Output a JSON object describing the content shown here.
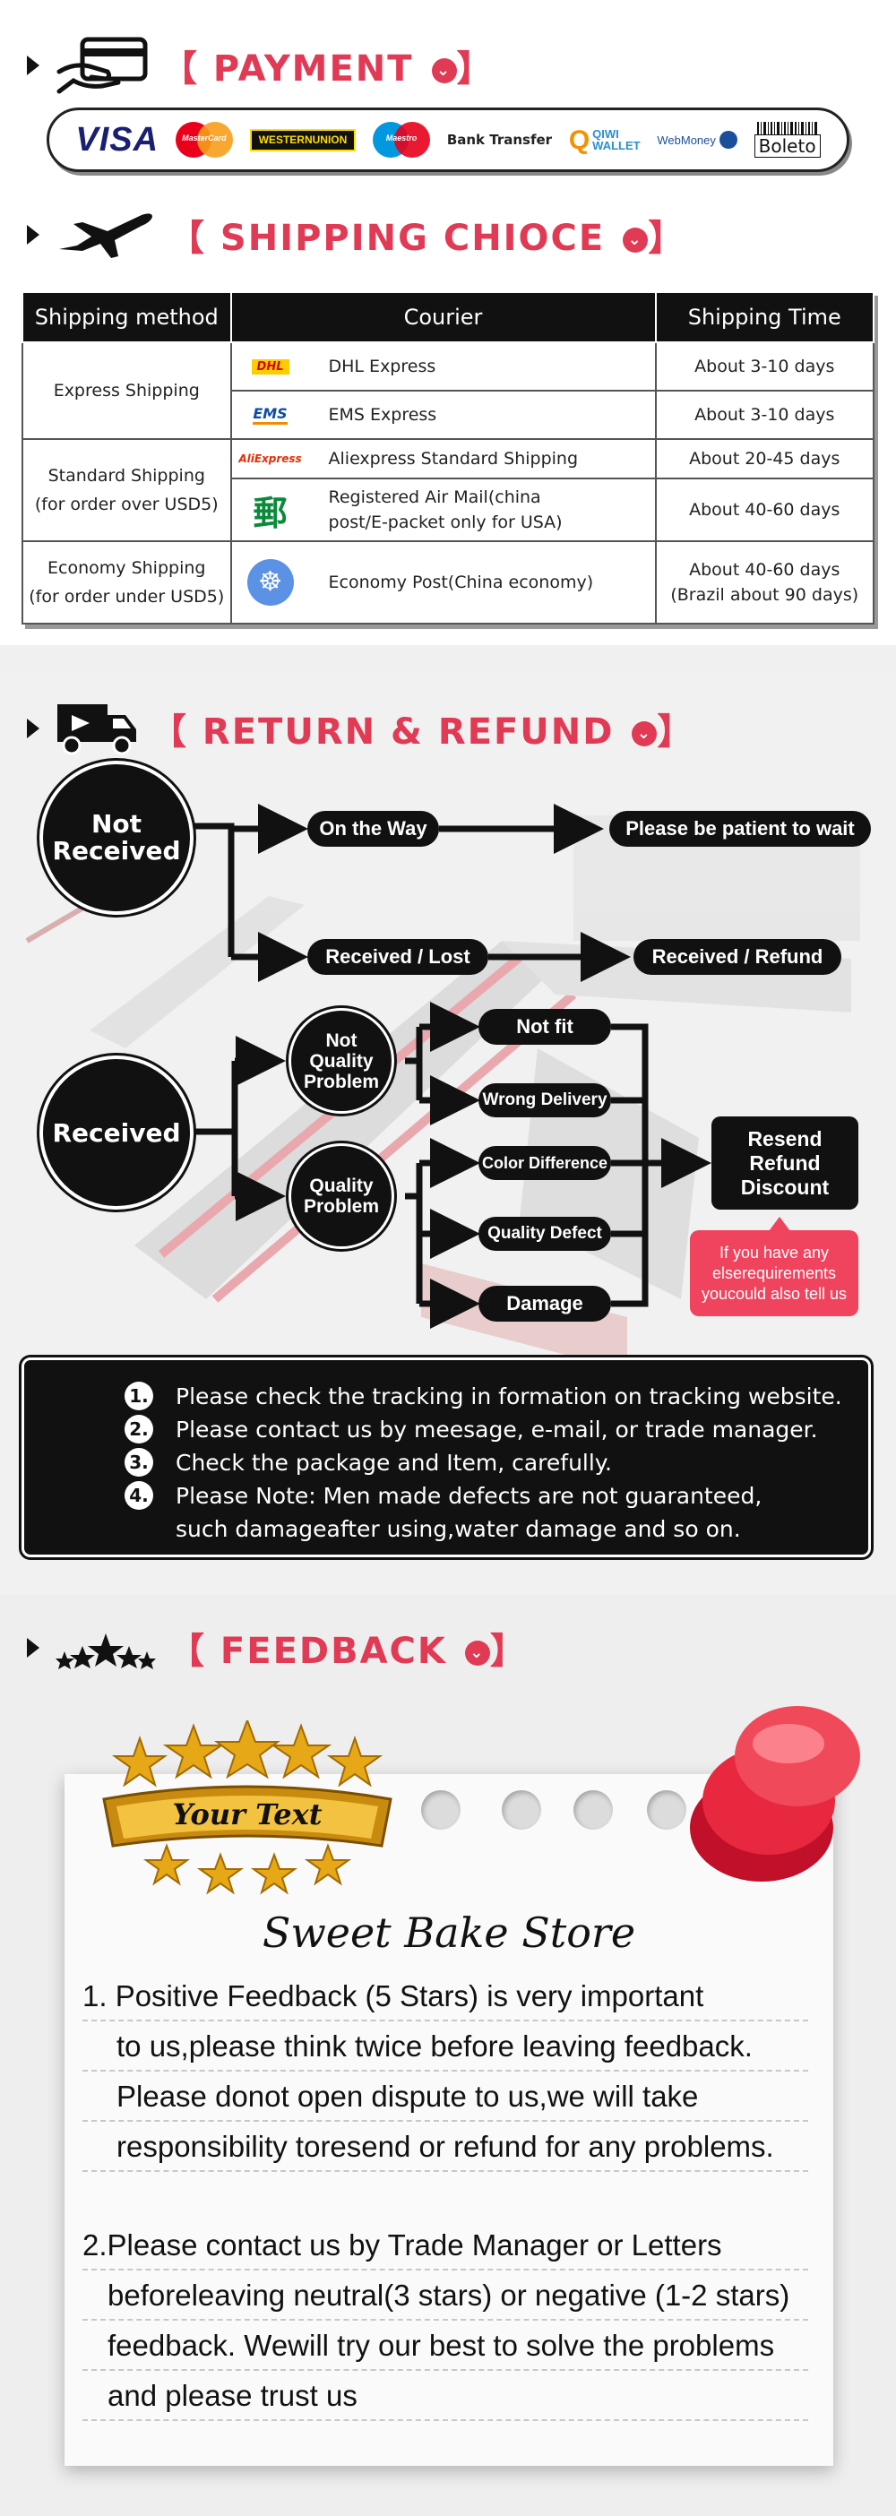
{
  "payment": {
    "title": "【 PAYMENT",
    "methods": {
      "visa": "VISA",
      "mastercard": "MasterCard",
      "western_union_line1": "WESTERN",
      "western_union_line2": "UNION",
      "maestro": "Maestro",
      "bank_transfer": "Bank Transfer",
      "qiwi_line1": "QIWI",
      "qiwi_line2": "WALLET",
      "webmoney": "WebMoney",
      "boleto": "Boleto"
    }
  },
  "shipping": {
    "title": "【 SHIPPING CHIOCE",
    "headers": [
      "Shipping method",
      "Courier",
      "Shipping Time"
    ],
    "methods": [
      {
        "line1": "Express Shipping",
        "line2": ""
      },
      {
        "line1": "Standard Shipping",
        "line2": "(for order over USD5)"
      },
      {
        "line1": "Economy Shipping",
        "line2": "(for order under USD5)"
      }
    ],
    "couriers": [
      {
        "logo": "DHL",
        "name": "DHL Express",
        "time": "About 3-10 days"
      },
      {
        "logo": "EMS",
        "name": "EMS Express",
        "time": "About 3-10 days"
      },
      {
        "logo": "AliExpress",
        "name": "Aliexpress Standard Shipping",
        "time": "About 20-45 days"
      },
      {
        "logo": "",
        "name_line1": "Registered Air Mail(china",
        "name_line2": "post/E-packet only for USA)",
        "time": "About 40-60 days"
      },
      {
        "logo": "",
        "name": "Economy Post(China economy)",
        "time_line1": "About 40-60 days",
        "time_line2": "(Brazil about 90 days)"
      }
    ]
  },
  "refund": {
    "title": "【 RETURN & REFUND",
    "not_received": {
      "line1": "Not",
      "line2": "Received"
    },
    "received": "Received",
    "on_the_way": "On the Way",
    "be_patient": "Please be patient to wait",
    "received_lost": "Received / Lost",
    "received_refund": "Received / Refund",
    "not_quality": {
      "line1": "Not",
      "line2": "Quality",
      "line3": "Problem"
    },
    "quality": {
      "line1": "Quality",
      "line2": "Problem"
    },
    "not_fit": "Not fit",
    "wrong_delivery": "Wrong Delivery",
    "color_difference": "Color Difference",
    "quality_defect": "Quality Defect",
    "damage": "Damage",
    "resend": {
      "line1": "Resend",
      "line2": "Refund",
      "line3": "Discount"
    },
    "note": {
      "line1": "If you have any",
      "line2": "elserequirements",
      "line3": "youcould also tell us"
    },
    "tips": [
      {
        "num": "1.",
        "text": "Please check the tracking in formation on tracking website."
      },
      {
        "num": "2.",
        "text": "Please contact us by meesage, e-mail, or trade manager."
      },
      {
        "num": "3.",
        "text": "Check the package and Item, carefully."
      },
      {
        "num": "4.",
        "text": "Please Note: Men made defects are not guaranteed,",
        "text2": "such damageafter using,water damage and so on."
      }
    ]
  },
  "feedback": {
    "title": "【 FEEDBACK",
    "badge": "Your Text",
    "store": "Sweet Bake Store",
    "lines": [
      "1. Positive Feedback (5 Stars) is very important",
      "to us,please think twice before leaving feedback.",
      "Please donot open dispute to us,we will take",
      "responsibility toresend or refund for any problems.",
      "2.Please contact us by Trade Manager or Letters",
      "beforeleaving neutral(3 stars) or negative (1-2 stars)",
      "feedback. Wewill try our best to solve the problems",
      "and please trust us"
    ]
  },
  "colors": {
    "accent": "#e03a55",
    "dark": "#111111",
    "note": "#f0435e"
  }
}
